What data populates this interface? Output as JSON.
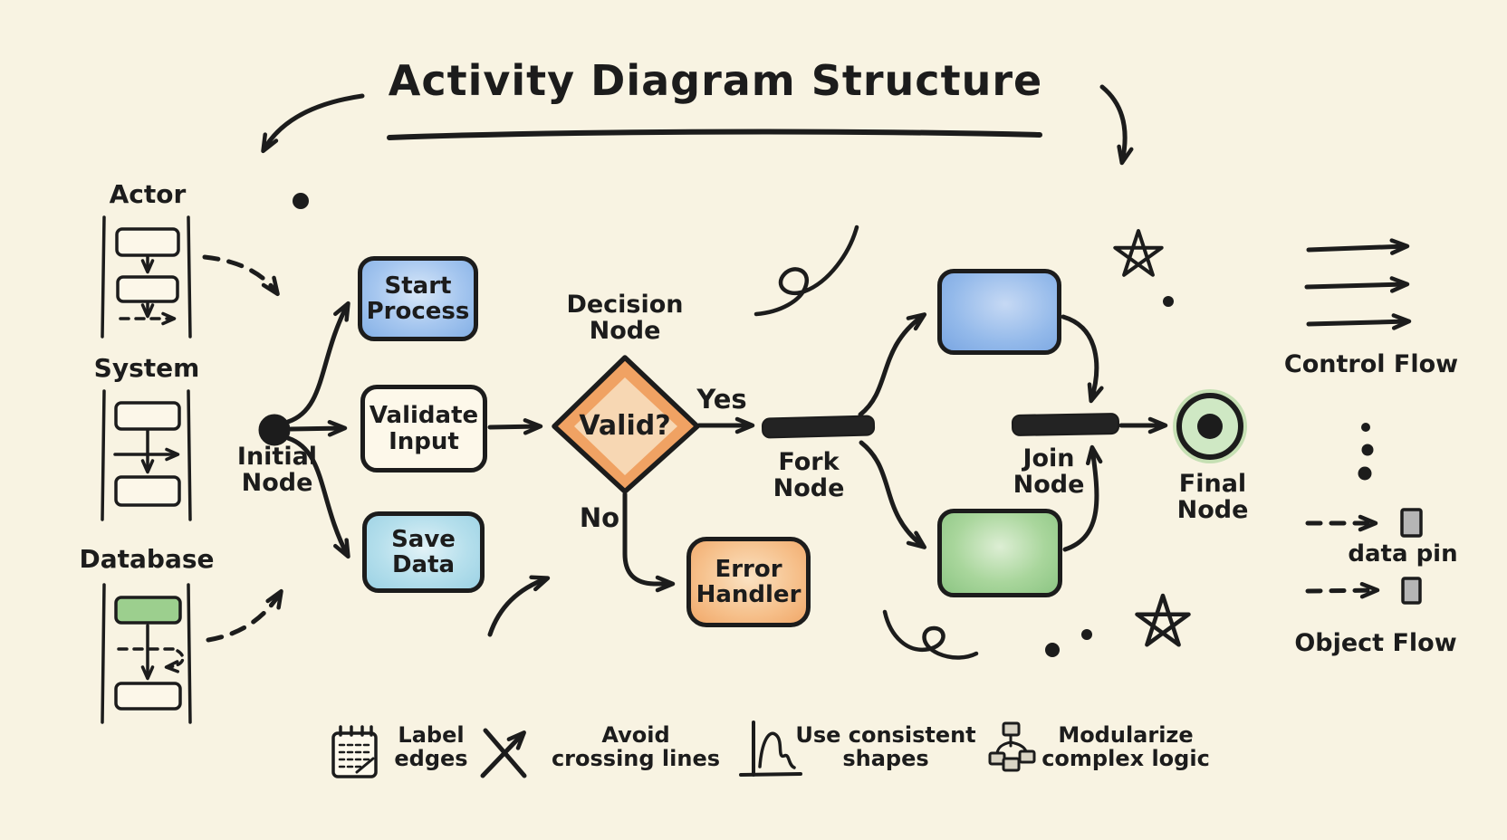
{
  "title": "Activity Diagram Structure",
  "lanes": {
    "actor": "Actor",
    "system": "System",
    "database": "Database"
  },
  "flow": {
    "initial": [
      "Initial",
      "Node"
    ],
    "start": [
      "Start",
      "Process"
    ],
    "validate": [
      "Validate",
      "Input"
    ],
    "save": [
      "Save",
      "Data"
    ],
    "decision_label": [
      "Decision",
      "Node"
    ],
    "decision_question": "Valid?",
    "yes": "Yes",
    "no": "No",
    "fork": [
      "Fork",
      "Node"
    ],
    "join": [
      "Join",
      "Node"
    ],
    "final": [
      "Final",
      "Node"
    ],
    "error": [
      "Error",
      "Handler"
    ]
  },
  "legend": {
    "control_flow": "Control Flow",
    "data_pin": "data pin",
    "object_flow": "Object Flow"
  },
  "tips": [
    {
      "icon": "notepad-icon",
      "lines": [
        "Label",
        "edges"
      ]
    },
    {
      "icon": "crossed-arrows-icon",
      "lines": [
        "Avoid",
        "crossing lines"
      ]
    },
    {
      "icon": "axis-squiggle-icon",
      "lines": [
        "Use consistent",
        "shapes"
      ]
    },
    {
      "icon": "tree-diagram-icon",
      "lines": [
        "Modularize",
        "complex logic"
      ]
    }
  ],
  "colors": {
    "bg": "#f8f3e2",
    "ink": "#1c1c1c",
    "blue": "#8db9e8",
    "cyan": "#a6d7e8",
    "green": "#94ca8c",
    "orange": "#f0a263",
    "orange_light": "#f7d7b3",
    "pin_gray": "#b5b5b5"
  }
}
